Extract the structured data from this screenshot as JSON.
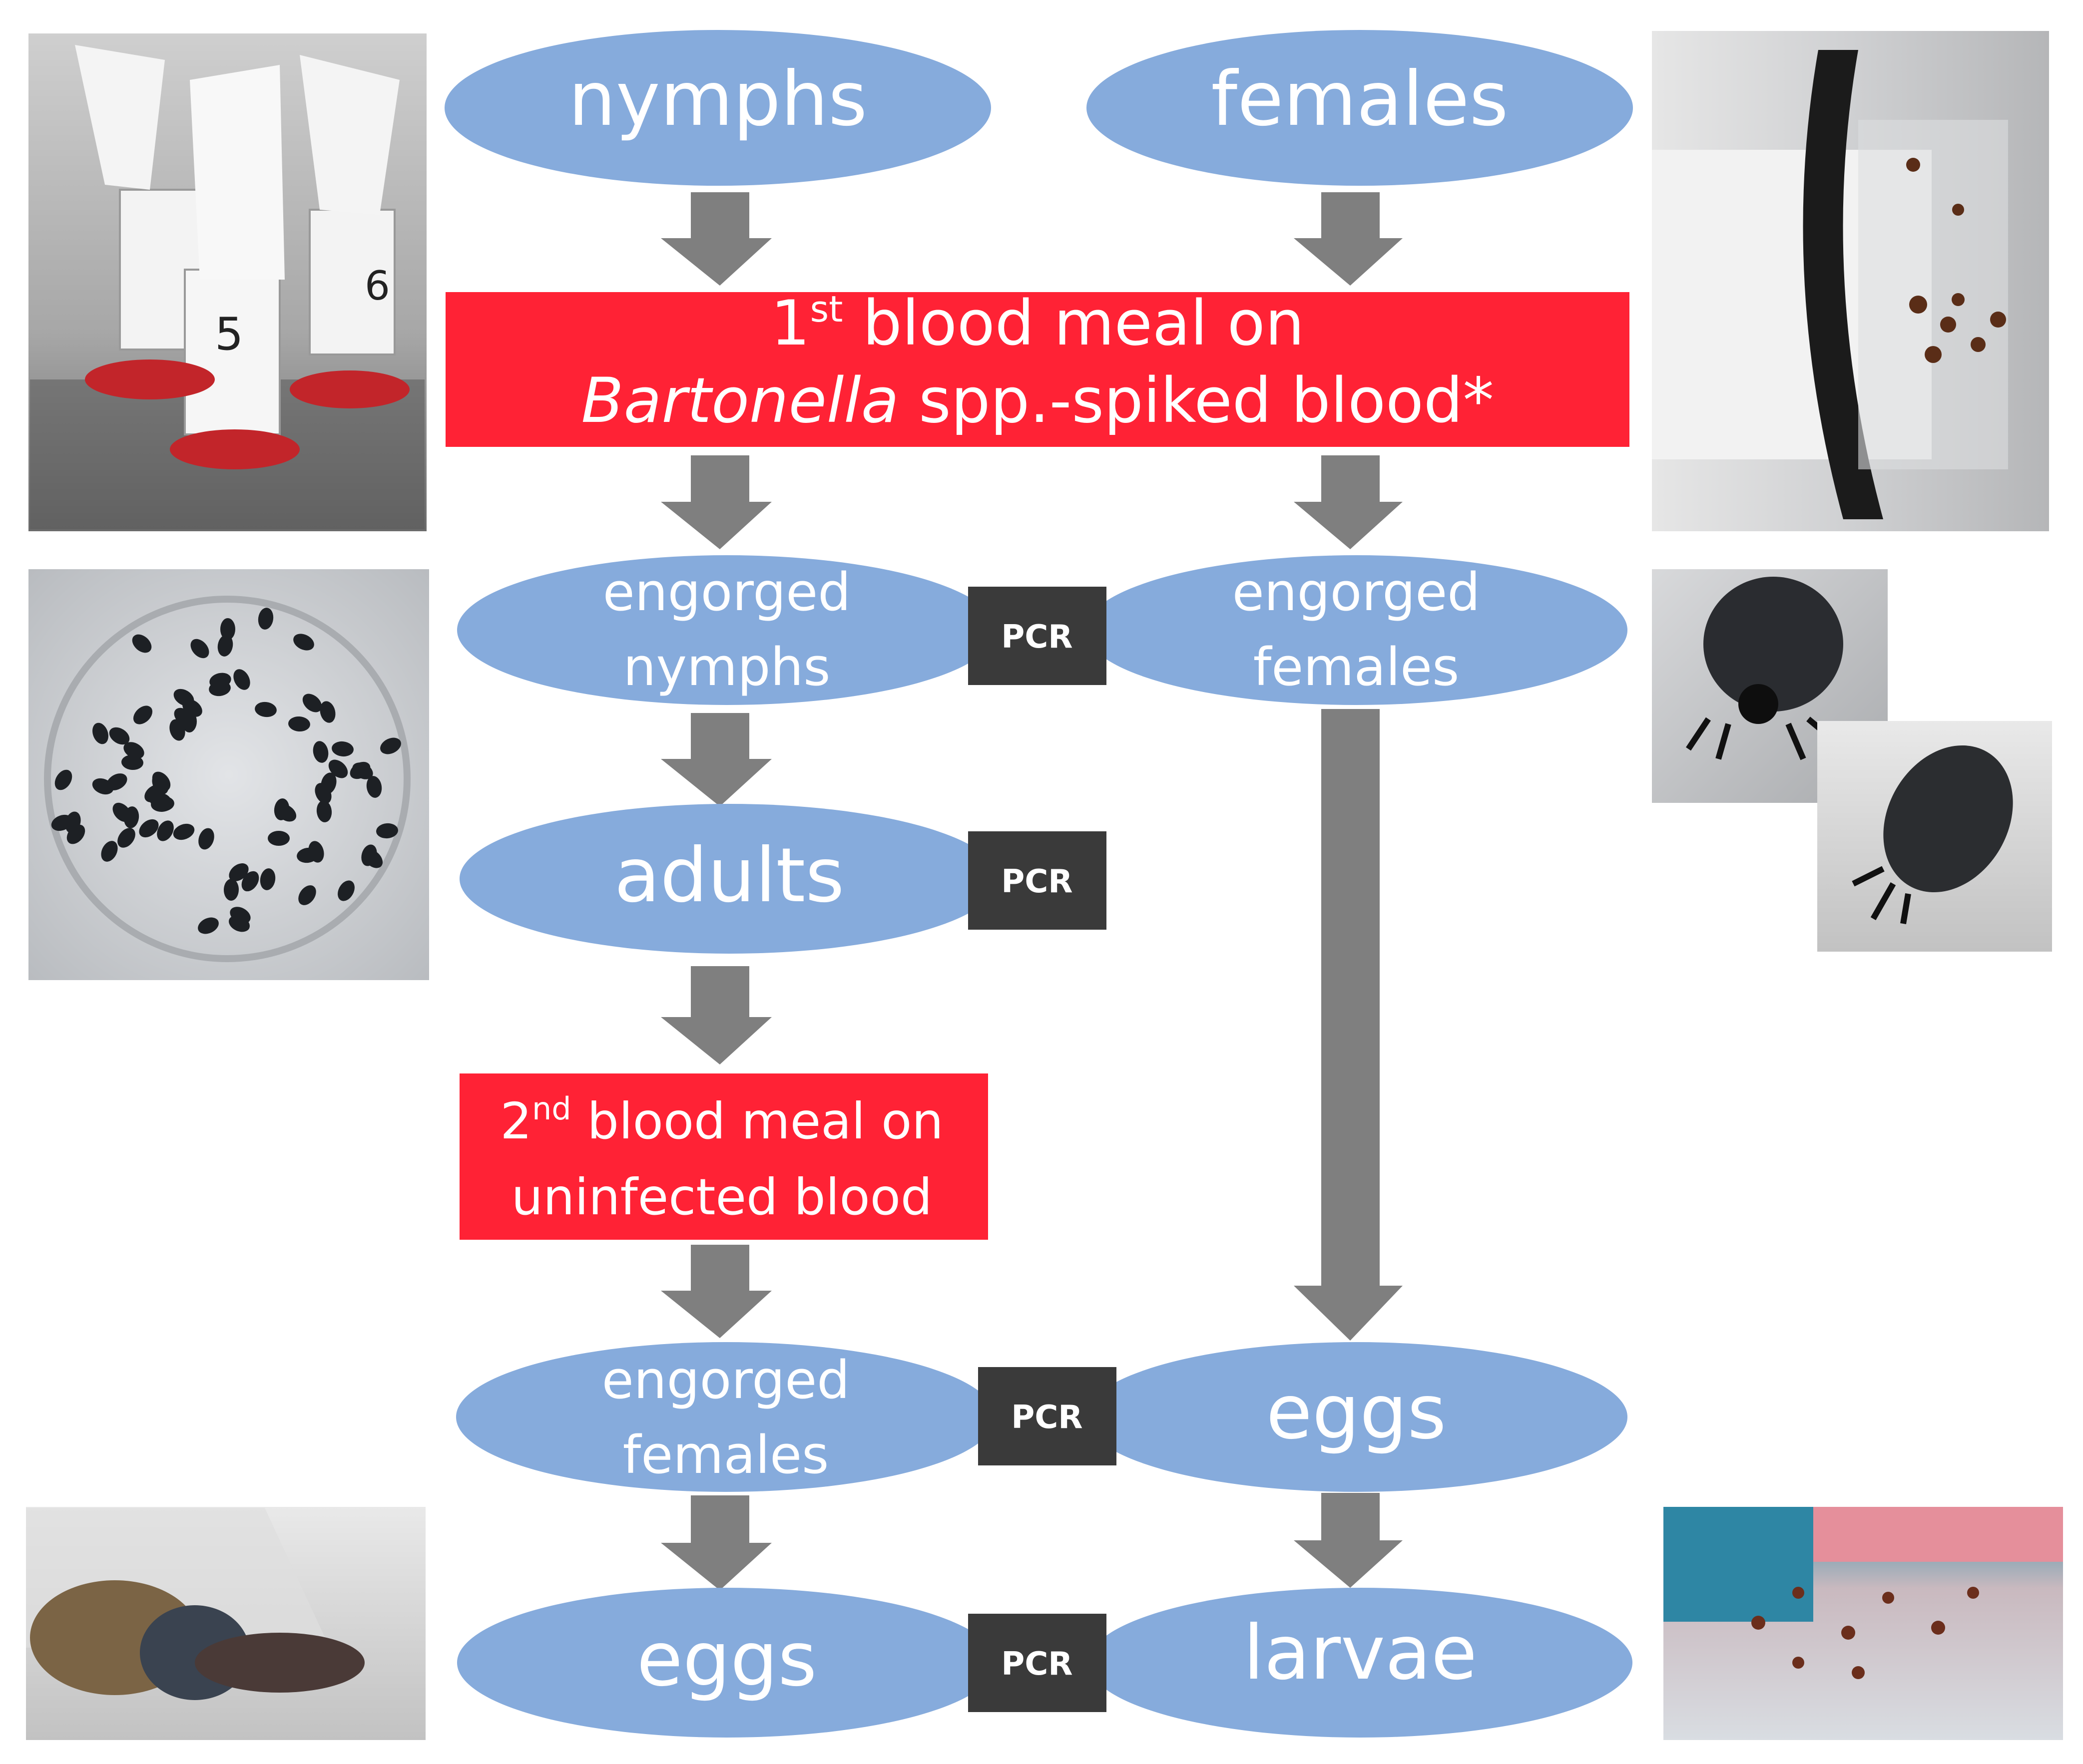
{
  "nodes": {
    "nymphs": "nymphs",
    "females_top": "females",
    "engorged_nymphs": [
      "engorged",
      "nymphs"
    ],
    "engorged_females_right": [
      "engorged",
      "females"
    ],
    "adults": "adults",
    "engorged_females_left": [
      "engorged",
      "females"
    ],
    "eggs_right": "eggs",
    "eggs_left": "eggs",
    "larvae": "larvae"
  },
  "meal1": {
    "line1_num": "1",
    "line1_sup": "st",
    "line1_rest": " blood meal on",
    "line2_italic": "Bartonella",
    "line2_rest": " spp.-spiked blood*"
  },
  "meal2": {
    "line1_num": "2",
    "line1_sup": "nd",
    "line1_rest": " blood meal on",
    "line2": "uninfected  blood"
  },
  "pcr_label": "PCR",
  "colors": {
    "node_fill": "#86ABDC",
    "meal_fill": "#FF2235",
    "arrow": "#7F7F7F",
    "pcr_fill": "#3A3A3A",
    "text": "#FFFFFF"
  }
}
